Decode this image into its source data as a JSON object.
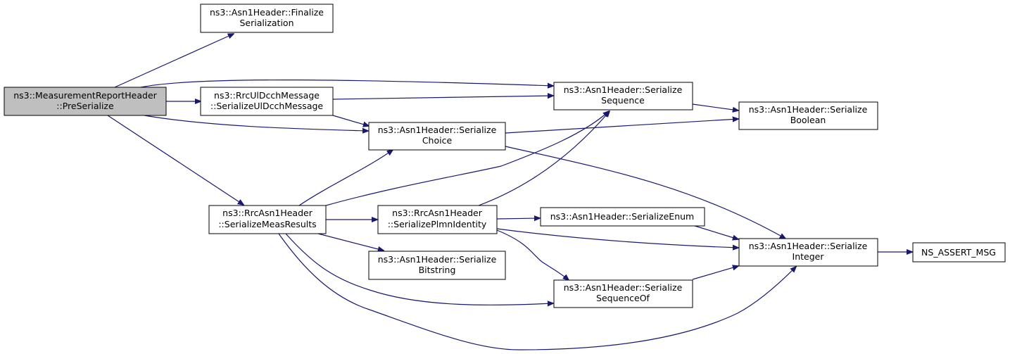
{
  "colors": {
    "edge": "#191970",
    "root_fill": "#bfbfbf",
    "node_fill": "#ffffff",
    "node_stroke": "#000000"
  },
  "nodes": {
    "pre_serialize": {
      "line1": "ns3::MeasurementReportHeader",
      "line2": "::PreSerialize",
      "highlighted": true
    },
    "finalize_serialization": {
      "line1": "ns3::Asn1Header::Finalize",
      "line2": "Serialization"
    },
    "serialize_ul_dcch": {
      "line1": "ns3::RrcUlDcchMessage",
      "line2": "::SerializeUlDcchMessage"
    },
    "serialize_sequence": {
      "line1": "ns3::Asn1Header::Serialize",
      "line2": "Sequence"
    },
    "serialize_boolean": {
      "line1": "ns3::Asn1Header::Serialize",
      "line2": "Boolean"
    },
    "serialize_choice": {
      "line1": "ns3::Asn1Header::Serialize",
      "line2": "Choice"
    },
    "serialize_meas_results": {
      "line1": "ns3::RrcAsn1Header",
      "line2": "::SerializeMeasResults"
    },
    "serialize_plmn_identity": {
      "line1": "ns3::RrcAsn1Header",
      "line2": "::SerializePlmnIdentity"
    },
    "serialize_enum": {
      "line1": "ns3::Asn1Header::SerializeEnum"
    },
    "serialize_integer": {
      "line1": "ns3::Asn1Header::Serialize",
      "line2": "Integer"
    },
    "ns_assert_msg": {
      "line1": "NS_ASSERT_MSG"
    },
    "serialize_bitstring": {
      "line1": "ns3::Asn1Header::Serialize",
      "line2": "Bitstring"
    },
    "serialize_sequence_of": {
      "line1": "ns3::Asn1Header::Serialize",
      "line2": "SequenceOf"
    }
  },
  "edges": [
    [
      "pre_serialize",
      "finalize_serialization"
    ],
    [
      "pre_serialize",
      "serialize_sequence"
    ],
    [
      "pre_serialize",
      "serialize_ul_dcch"
    ],
    [
      "pre_serialize",
      "serialize_choice"
    ],
    [
      "pre_serialize",
      "serialize_meas_results"
    ],
    [
      "serialize_ul_dcch",
      "serialize_sequence"
    ],
    [
      "serialize_ul_dcch",
      "serialize_choice"
    ],
    [
      "serialize_sequence",
      "serialize_boolean"
    ],
    [
      "serialize_choice",
      "serialize_boolean"
    ],
    [
      "serialize_choice",
      "serialize_integer"
    ],
    [
      "serialize_meas_results",
      "serialize_choice"
    ],
    [
      "serialize_meas_results",
      "serialize_sequence"
    ],
    [
      "serialize_meas_results",
      "serialize_plmn_identity"
    ],
    [
      "serialize_meas_results",
      "serialize_bitstring"
    ],
    [
      "serialize_meas_results",
      "serialize_sequence_of"
    ],
    [
      "serialize_meas_results",
      "serialize_integer"
    ],
    [
      "serialize_plmn_identity",
      "serialize_sequence"
    ],
    [
      "serialize_plmn_identity",
      "serialize_enum"
    ],
    [
      "serialize_plmn_identity",
      "serialize_integer"
    ],
    [
      "serialize_plmn_identity",
      "serialize_sequence_of"
    ],
    [
      "serialize_enum",
      "serialize_integer"
    ],
    [
      "serialize_sequence_of",
      "serialize_integer"
    ],
    [
      "serialize_integer",
      "ns_assert_msg"
    ]
  ]
}
